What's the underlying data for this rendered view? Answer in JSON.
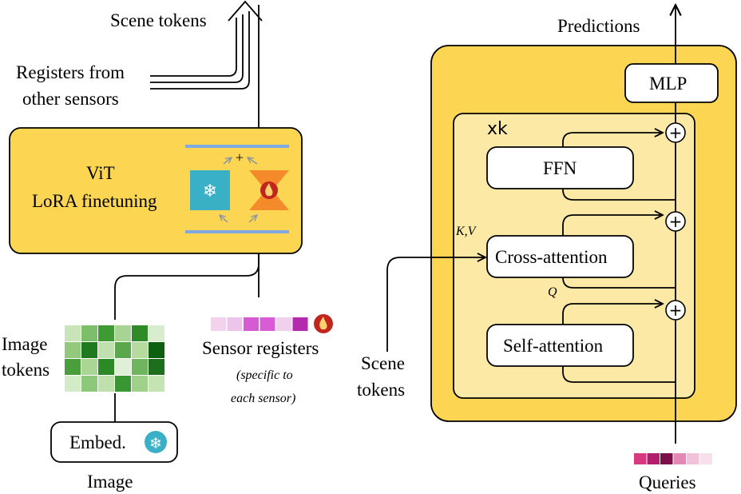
{
  "left": {
    "scene_tokens_out": "Scene tokens",
    "registers_line1": "Registers from",
    "registers_line2": "other sensors",
    "vit_line1": "ViT",
    "vit_line2": "LoRA finetuning",
    "lora_plus": "+",
    "image_tokens_line1": "Image",
    "image_tokens_line2": "tokens",
    "sensor_registers": "Sensor registers",
    "specific_line1": "(specific to",
    "specific_line2": "each sensor)",
    "embed_label": "Embed.",
    "image_label": "Image"
  },
  "right": {
    "predictions": "Predictions",
    "mlp": "MLP",
    "repeat": "xk",
    "ffn": "FFN",
    "kv_label": "K,V",
    "q_label": "Q",
    "cross_attention": "Cross-attention",
    "self_attention": "Self-attention",
    "scene_tokens_in_line1": "Scene",
    "scene_tokens_in_line2": "tokens",
    "queries": "Queries",
    "plus": "+"
  },
  "colors": {
    "outer_yellow": "#fcd652",
    "inner_yellow": "#fde9a6",
    "frozen_blue": "#39b0c6",
    "lora_orange": "#f58a2a",
    "rail_blue": "#7fa9e0"
  },
  "image_token_colors": [
    [
      "#c8e4b8",
      "#7dbe6a",
      "#3f9a34",
      "#a7d494",
      "#2f8a28",
      "#d8ecce"
    ],
    [
      "#93c97c",
      "#1f7a1f",
      "#c0e0b0",
      "#5aa84b",
      "#b5db9f",
      "#0d5f12"
    ],
    [
      "#4a9e3c",
      "#a9d694",
      "#2b8a26",
      "#e0f0d6",
      "#6fb55e",
      "#1d6e1d"
    ],
    [
      "#d3ebc6",
      "#8cc77a",
      "#bfe0ad",
      "#3a9533",
      "#9fd18a",
      "#c5e3b3"
    ]
  ],
  "sensor_register_colors": [
    "#f3d2ee",
    "#edc4ea",
    "#d65ad4",
    "#d95cd6",
    "#f0d0ec",
    "#b52bb0"
  ],
  "query_colors": [
    "#d6397e",
    "#b21e6c",
    "#7c0f4a",
    "#e289b4",
    "#f0c3da",
    "#f7dfec"
  ]
}
